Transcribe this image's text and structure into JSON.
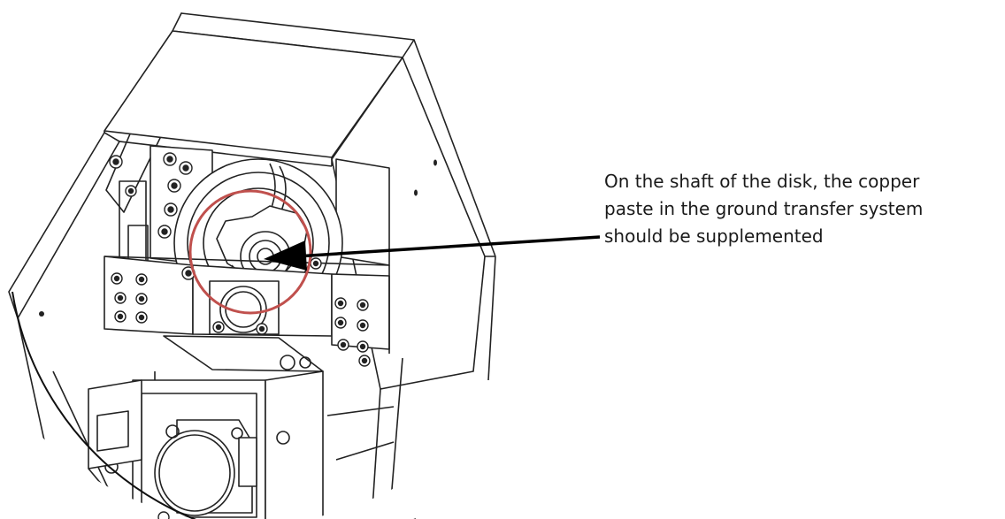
{
  "annotation": {
    "lines": [
      "On the shaft of the disk, the copper",
      "paste in the ground transfer system",
      "should be supplemented"
    ],
    "highlight_color": "#c0504d",
    "arrow_color": "#000000"
  }
}
